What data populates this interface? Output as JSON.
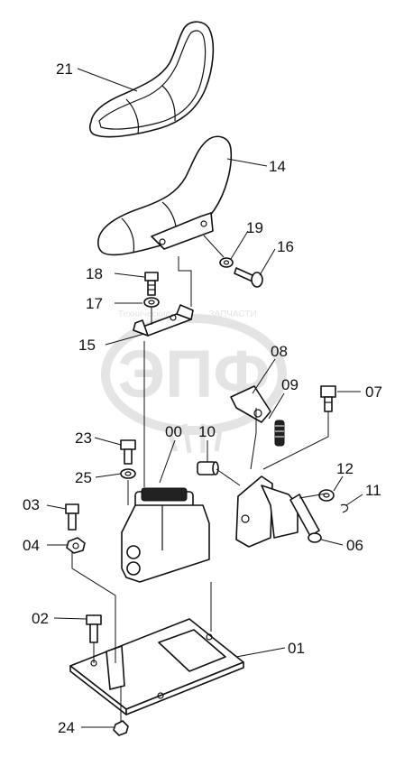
{
  "watermark": {
    "logo_text": "ЭПФ",
    "caption_left": "Технические",
    "caption_right": "ЗАПЧАСТИ",
    "color": "#cfcfcf"
  },
  "callouts": [
    {
      "id": "c21",
      "text": "21"
    },
    {
      "id": "c14",
      "text": "14"
    },
    {
      "id": "c19",
      "text": "19"
    },
    {
      "id": "c16",
      "text": "16"
    },
    {
      "id": "c18",
      "text": "18"
    },
    {
      "id": "c17",
      "text": "17"
    },
    {
      "id": "c15",
      "text": "15"
    },
    {
      "id": "c08",
      "text": "08"
    },
    {
      "id": "c09",
      "text": "09"
    },
    {
      "id": "c07",
      "text": "07"
    },
    {
      "id": "c23",
      "text": "23"
    },
    {
      "id": "c00",
      "text": "00"
    },
    {
      "id": "c10",
      "text": "10"
    },
    {
      "id": "c25",
      "text": "25"
    },
    {
      "id": "c12",
      "text": "12"
    },
    {
      "id": "c11",
      "text": "11"
    },
    {
      "id": "c03",
      "text": "03"
    },
    {
      "id": "c04",
      "text": "04"
    },
    {
      "id": "c06",
      "text": "06"
    },
    {
      "id": "c02",
      "text": "02"
    },
    {
      "id": "c01",
      "text": "01"
    },
    {
      "id": "c24",
      "text": "24"
    }
  ]
}
